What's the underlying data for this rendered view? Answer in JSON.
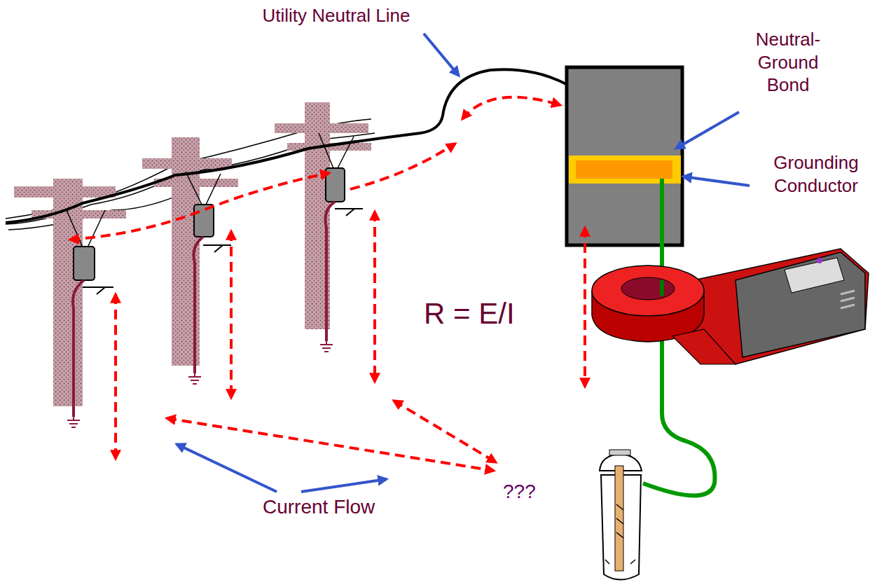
{
  "diagram": {
    "labels": [
      "Utility Neutral Line",
      "Neutral- Ground Bond",
      "Grounding Conductor",
      "R = E/I",
      "Current Flow",
      "???"
    ]
  }
}
